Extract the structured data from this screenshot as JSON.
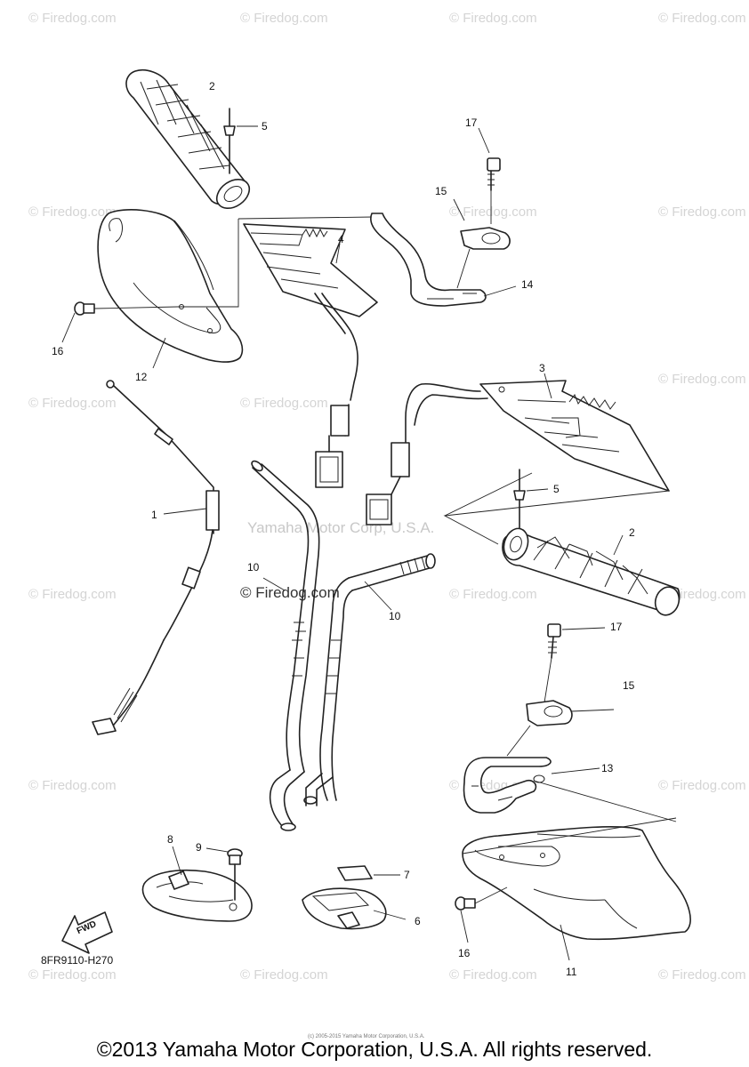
{
  "watermarks": {
    "text": "© Firedog.com",
    "center_text": "Yamaha Motor Corp, U.S.A."
  },
  "callouts": [
    {
      "label": "2"
    },
    {
      "label": "5"
    },
    {
      "label": "17"
    },
    {
      "label": "15"
    },
    {
      "label": "4"
    },
    {
      "label": "14"
    },
    {
      "label": "16"
    },
    {
      "label": "12"
    },
    {
      "label": "3"
    },
    {
      "label": "5"
    },
    {
      "label": "1"
    },
    {
      "label": "2"
    },
    {
      "label": "10"
    },
    {
      "label": "10"
    },
    {
      "label": "17"
    },
    {
      "label": "15"
    },
    {
      "label": "13"
    },
    {
      "label": "8"
    },
    {
      "label": "9"
    },
    {
      "label": "7"
    },
    {
      "label": "6"
    },
    {
      "label": "16"
    },
    {
      "label": "11"
    }
  ],
  "fwd_label": "FWD",
  "diagram_code": "8FR9110-H270",
  "fine_print": "(c) 2005-2015 Yamaha Motor Corporation, U.S.A.",
  "footer": "©2013 Yamaha Motor Corporation, U.S.A. All rights reserved."
}
